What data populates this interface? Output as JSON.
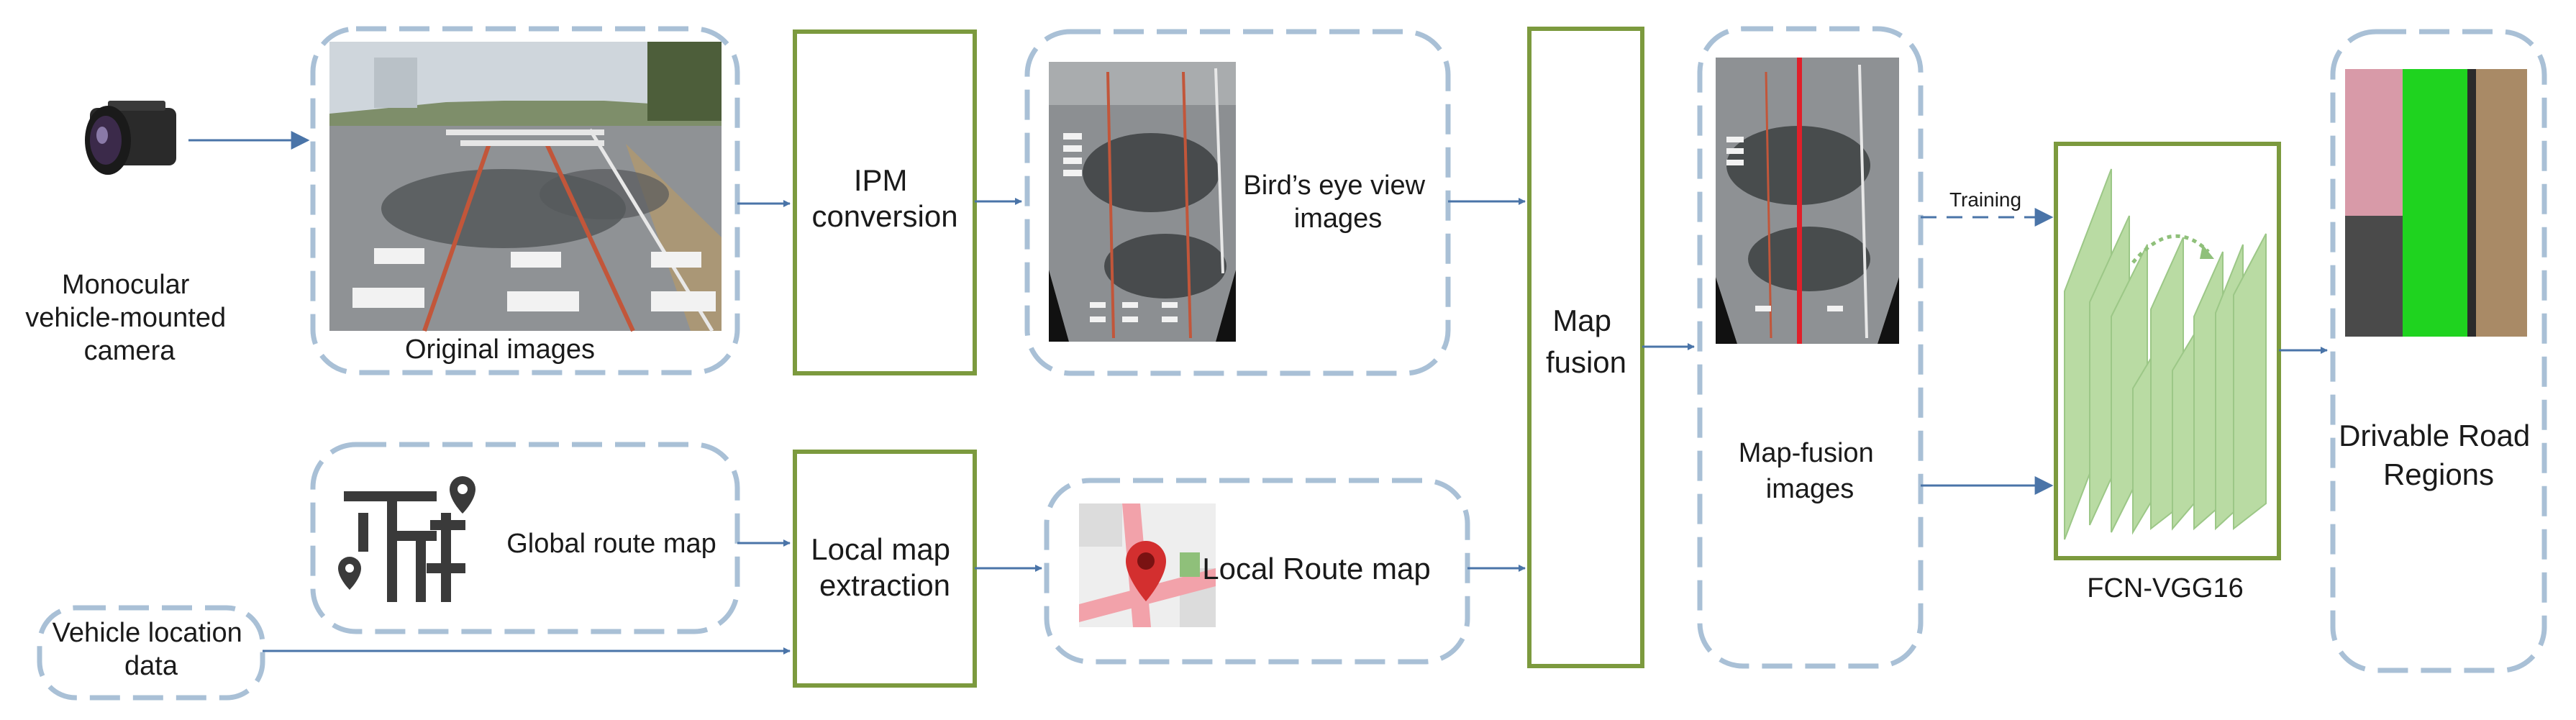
{
  "camera": {
    "label_lines": [
      "Monocular",
      "vehicle-mounted",
      "camera"
    ],
    "icon": "camera-icon"
  },
  "original": {
    "label": "Original images"
  },
  "ipm": {
    "label_lines": [
      "IPM",
      "conversion"
    ]
  },
  "birds_eye": {
    "label_lines": [
      "Bird’s eye view",
      "images"
    ]
  },
  "map_fusion": {
    "label_lines": [
      "Map",
      "fusion"
    ]
  },
  "fusion_images": {
    "label_lines": [
      "Map-fusion",
      "images"
    ]
  },
  "training": {
    "label": "Training"
  },
  "fcn": {
    "label": "FCN-VGG16"
  },
  "drivable": {
    "label_lines": [
      "Drivable Road",
      "Regions"
    ]
  },
  "global_route": {
    "label": "Global route map",
    "icon": "route-map-icon"
  },
  "local_extract": {
    "label_lines": [
      "Local map",
      "extraction"
    ]
  },
  "local_route": {
    "label": "Local Route map",
    "icon": "map-pin-icon"
  },
  "vehicle_loc": {
    "label_lines": [
      "Vehicle location",
      "data"
    ]
  },
  "colors": {
    "box_border": "#7c9a3e",
    "dashed_border": "#a9c0d6",
    "arrow": "#4a74a8",
    "pin": "#d32f2f",
    "network": "#b9dba3"
  }
}
